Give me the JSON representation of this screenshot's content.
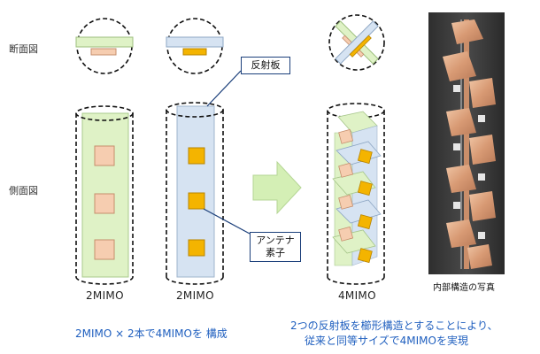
{
  "labels": {
    "cross_section": "断面図",
    "side_view": "側面図"
  },
  "callouts": {
    "reflector": "反射板",
    "antenna_element_line1": "アンテナ",
    "antenna_element_line2": "素子"
  },
  "captions": {
    "col1": "2MIMO",
    "col2": "2MIMO",
    "col3": "4MIMO",
    "photo": "内部構造の写真"
  },
  "notes": {
    "left": "2MIMO × 2本で4MIMOを 構成",
    "right_line1": "2つの反射板を櫛形構造とすることにより、",
    "right_line2": "従来と同等サイズで4MIMOを実現"
  },
  "colors": {
    "green_panel": "#dff2c6",
    "blue_panel": "#d6e3f2",
    "element_pink": "#f6cdb0",
    "element_orange": "#f4b400",
    "arrow_green": "#d4efb5",
    "photo_bg": "#3a3a3a",
    "note_blue": "#1f5fbf"
  }
}
